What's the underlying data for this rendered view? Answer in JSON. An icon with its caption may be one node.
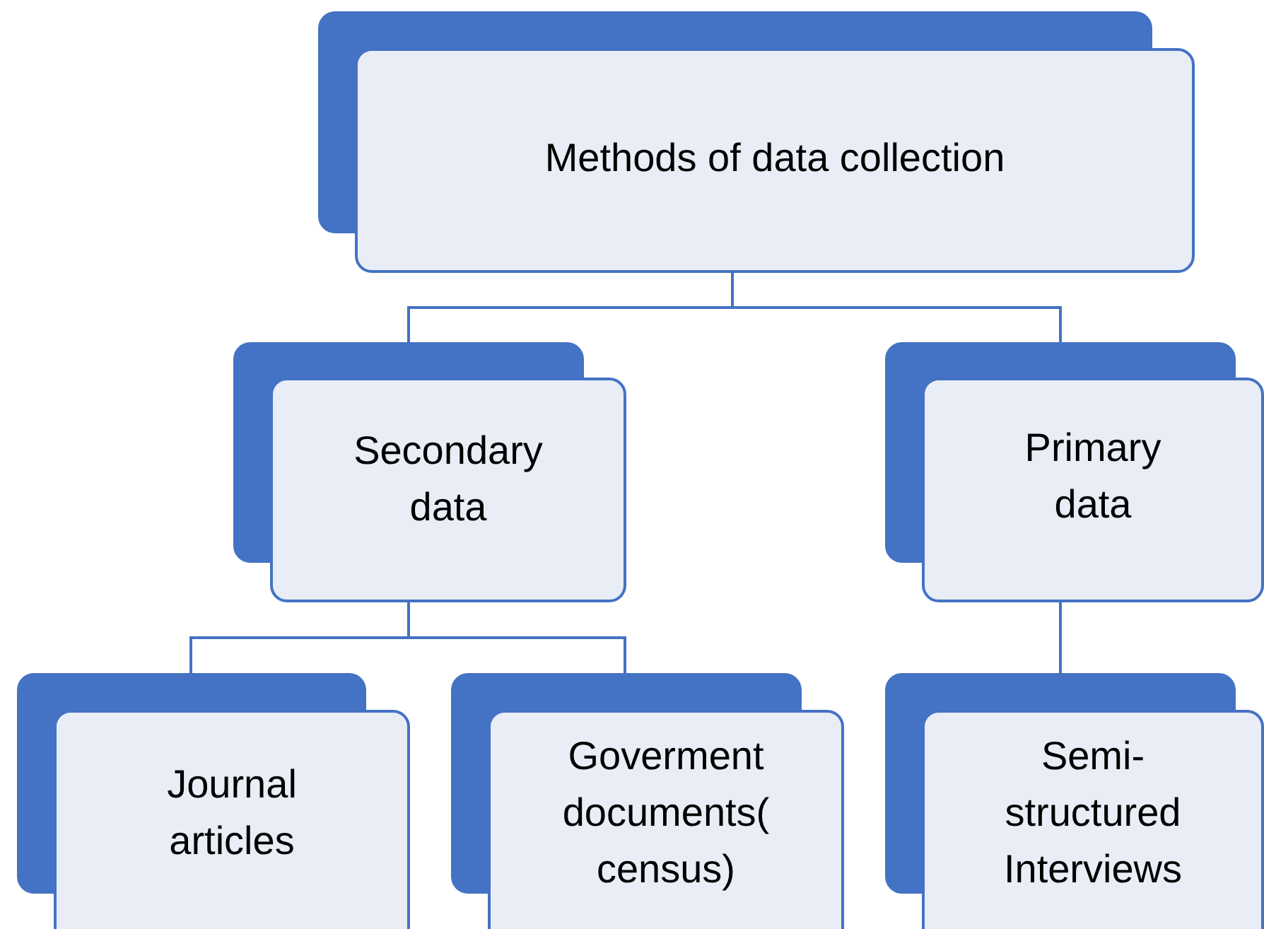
{
  "diagram": {
    "nodes": [
      {
        "text": [
          "Methods of data collection"
        ]
      },
      {
        "text": [
          "Secondary data"
        ]
      },
      {
        "text": [
          "Primary data"
        ]
      },
      {
        "text": [
          "Journal articles"
        ]
      },
      {
        "text": [
          "Goverment documents( census)"
        ]
      },
      {
        "text": [
          "Semi-structured Interviews"
        ]
      }
    ],
    "edges": [
      {
        "from": 0,
        "to": 1,
        "arrow": "none"
      },
      {
        "from": 0,
        "to": 2,
        "arrow": "none"
      },
      {
        "from": 1,
        "to": 3,
        "arrow": "none"
      },
      {
        "from": 1,
        "to": 4,
        "arrow": "none"
      },
      {
        "from": 2,
        "to": 5,
        "arrow": "none"
      }
    ]
  }
}
